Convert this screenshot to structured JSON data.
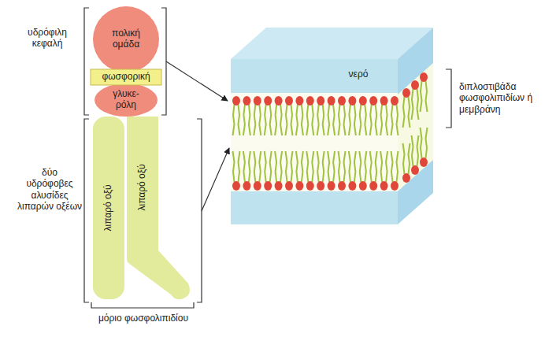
{
  "diagram": {
    "nodes": [
      {
        "text": [
          "πολική ομάδα"
        ]
      },
      {
        "text": [
          "φωσφορική"
        ]
      },
      {
        "text": [
          "γλυκε-ρόλη"
        ]
      },
      {
        "text": [
          "λιπαρό οξύ"
        ]
      },
      {
        "text": [
          "λιπαρό οξύ"
        ]
      },
      {
        "text": [
          "νερό"
        ]
      }
    ],
    "labels": [
      "υδρόφιλη κεφαλή",
      "δύο υδρόφοβες αλυσίδες λιπαρών οξέων",
      "μόριο φωσφολιπιδίου",
      "διπλοστιβάδα φωσφολιπιδίων ή μεμβράνη"
    ]
  }
}
